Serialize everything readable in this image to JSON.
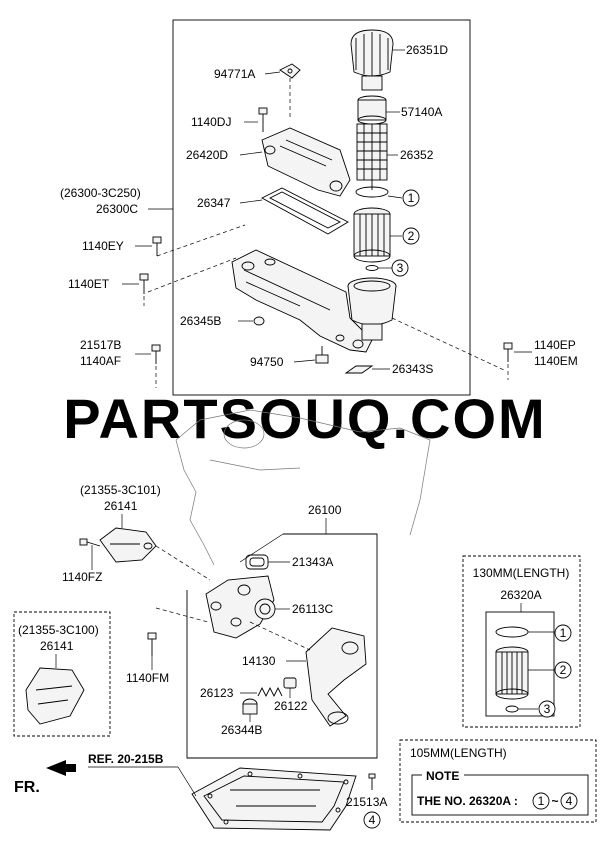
{
  "watermark": "PARTSOUQ.COM",
  "labels": {
    "p26351D": "26351D",
    "p94771A": "94771A",
    "p57140A": "57140A",
    "p1140DJ": "1140DJ",
    "p26352": "26352",
    "p26420D": "26420D",
    "ref26300": "(26300-3C250)",
    "p26300C": "26300C",
    "p26347": "26347",
    "p1140EY": "1140EY",
    "p1140ET": "1140ET",
    "p26345B": "26345B",
    "p21517B": "21517B",
    "p1140AF": "1140AF",
    "p94750": "94750",
    "p26343S": "26343S",
    "p1140EP": "1140EP",
    "p1140EM": "1140EM",
    "ref21355a": "(21355-3C101)",
    "p26141a": "26141",
    "p26100": "26100",
    "p1140FZ": "1140FZ",
    "p21343A": "21343A",
    "p26113C": "26113C",
    "ref21355b": "(21355-3C100)",
    "p26141b": "26141",
    "p14130": "14130",
    "p1140FM": "1140FM",
    "p26123": "26123",
    "p26122": "26122",
    "p26344B": "26344B",
    "p21513A": "21513A",
    "refPan": "REF. 20-215B",
    "fr": "FR."
  },
  "callouts": [
    "1",
    "2",
    "3",
    "4"
  ],
  "box130": {
    "title": "130MM(LENGTH)",
    "part": "26320A"
  },
  "box105": {
    "title": "105MM(LENGTH)",
    "note_title": "NOTE",
    "note_text": "THE NO. 26320A :",
    "range_sep": "~"
  }
}
